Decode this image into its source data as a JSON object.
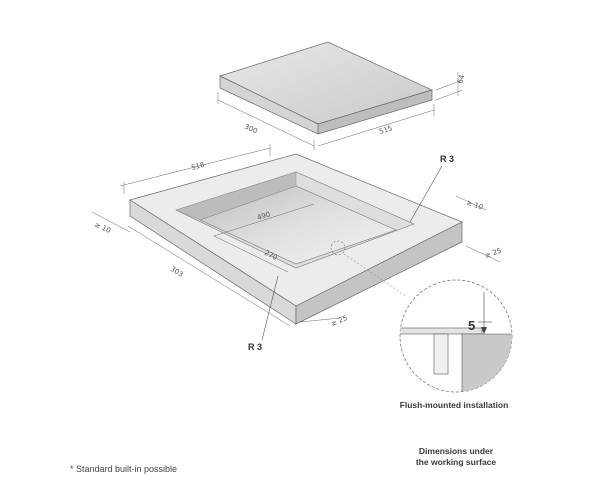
{
  "hob": {
    "height": "64",
    "width": "515",
    "depth": "300"
  },
  "cutout": {
    "outer_width": "518",
    "outer_depth": "303",
    "inner_width": "490",
    "inner_depth": "270",
    "margin_left": "≥ 10",
    "margin_right": "≥ 10",
    "margin_front": "≥ 25",
    "margin_side": "≥ 25",
    "radius_top": "R 3",
    "radius_bottom": "R 3"
  },
  "detail": {
    "depth_value": "5",
    "caption": "Flush-mounted installation"
  },
  "captions": {
    "dimensions_line1": "Dimensions under",
    "dimensions_line2": "the working surface",
    "footnote": "* Standard built-in possible"
  },
  "colors": {
    "hob_top": "#dcdcdc",
    "hob_side": "#c8c8c8",
    "worktop": "#e6e6e6",
    "cutout_recess": "#cfcfcf",
    "line": "#5a5a5a"
  }
}
